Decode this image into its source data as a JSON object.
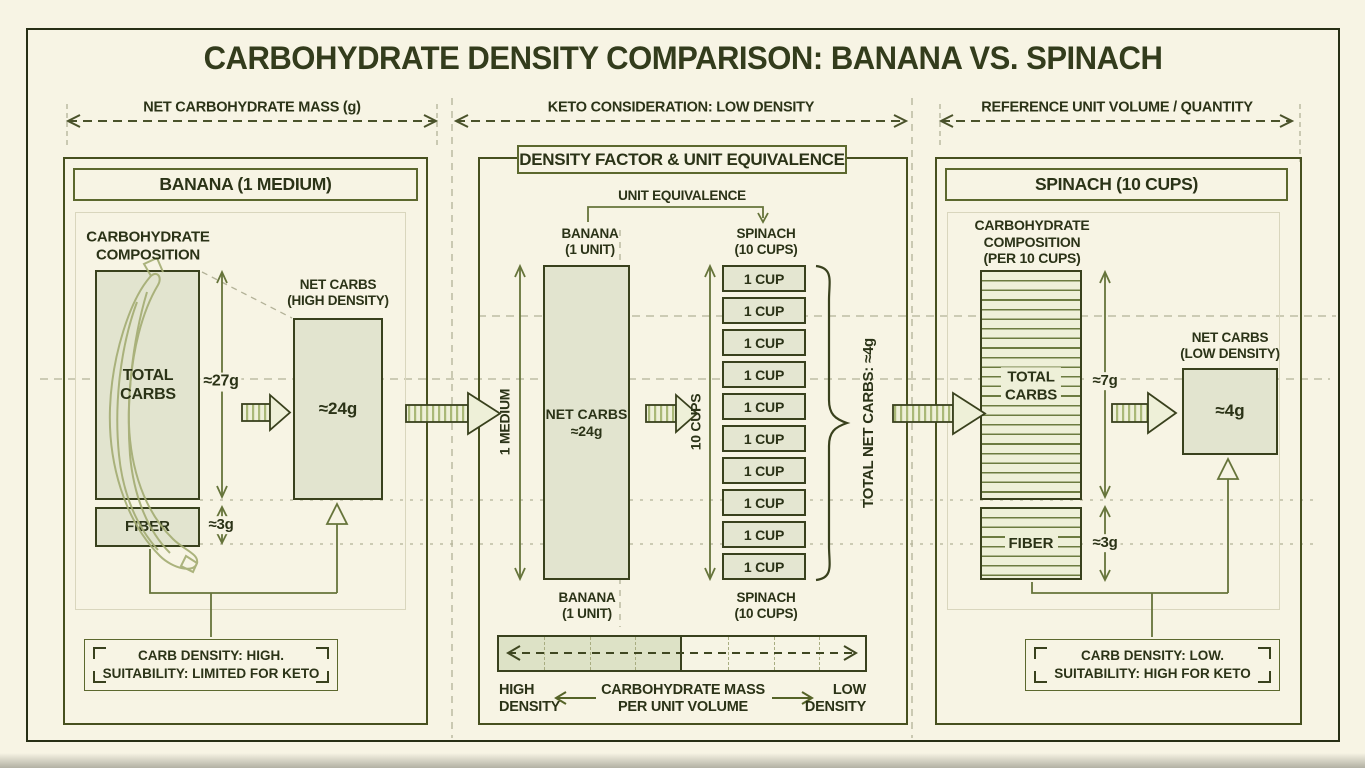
{
  "title": "CARBOHYDRATE DENSITY COMPARISON: BANANA VS. SPINACH",
  "columns": {
    "left": "NET CARBOHYDRATE MASS (g)",
    "middle": "KETO CONSIDERATION: LOW DENSITY",
    "right": "REFERENCE UNIT VOLUME / QUANTITY"
  },
  "banana_panel": {
    "header": "BANANA (1 MEDIUM)",
    "composition_label": "CARBOHYDRATE\nCOMPOSITION",
    "total_carbs_label": "TOTAL\nCARBS",
    "total_carbs_value": "≈27g",
    "fiber_label": "FIBER",
    "fiber_value": "≈3g",
    "net_carbs_title": "NET CARBS\n(HIGH DENSITY)",
    "net_carbs_value": "≈24g",
    "note": "CARB DENSITY: HIGH.\nSUITABILITY: LIMITED FOR KETO"
  },
  "density_panel": {
    "header": "DENSITY FACTOR & UNIT EQUIVALENCE",
    "unit_equivalence_label": "UNIT EQUIVALENCE",
    "banana_column_top": "BANANA\n(1 UNIT)",
    "spinach_column_top": "SPINACH\n(10 CUPS)",
    "banana_dimension": "1 MEDIUM",
    "banana_bar_label": "NET CARBS\n≈24g",
    "spinach_dimension": "10 CUPS",
    "cups": [
      "1 CUP",
      "1 CUP",
      "1 CUP",
      "1 CUP",
      "1 CUP",
      "1 CUP",
      "1 CUP",
      "1 CUP",
      "1 CUP",
      "1 CUP"
    ],
    "brace_label": "TOTAL NET CARBS: ≈4g",
    "banana_column_bottom": "BANANA\n(1 UNIT)",
    "spinach_column_bottom": "SPINACH\n(10 CUPS)",
    "scale_left": "HIGH\nDENSITY",
    "scale_center": "CARBOHYDRATE MASS\nPER UNIT VOLUME",
    "scale_right": "LOW\nDENSITY"
  },
  "spinach_panel": {
    "header": "SPINACH (10 CUPS)",
    "composition_label": "CARBOHYDRATE\nCOMPOSITION\n(PER 10 CUPS)",
    "total_carbs_label": "TOTAL\nCARBS",
    "total_carbs_value": "≈7g",
    "fiber_label": "FIBER",
    "fiber_value": "≈3g",
    "net_carbs_title": "NET CARBS\n(LOW DENSITY)",
    "net_carbs_value": "≈4g",
    "note": "CARB DENSITY: LOW.\nSUITABILITY: HIGH FOR KETO"
  },
  "colors": {
    "background": "#f7f4e4",
    "ink": "#2b3317",
    "panel_border": "#47501f",
    "box_fill": "#e2e4cf",
    "line_olive": "#66743a",
    "stripe_fill": "#eef0d8",
    "construction": "#b3b298"
  }
}
